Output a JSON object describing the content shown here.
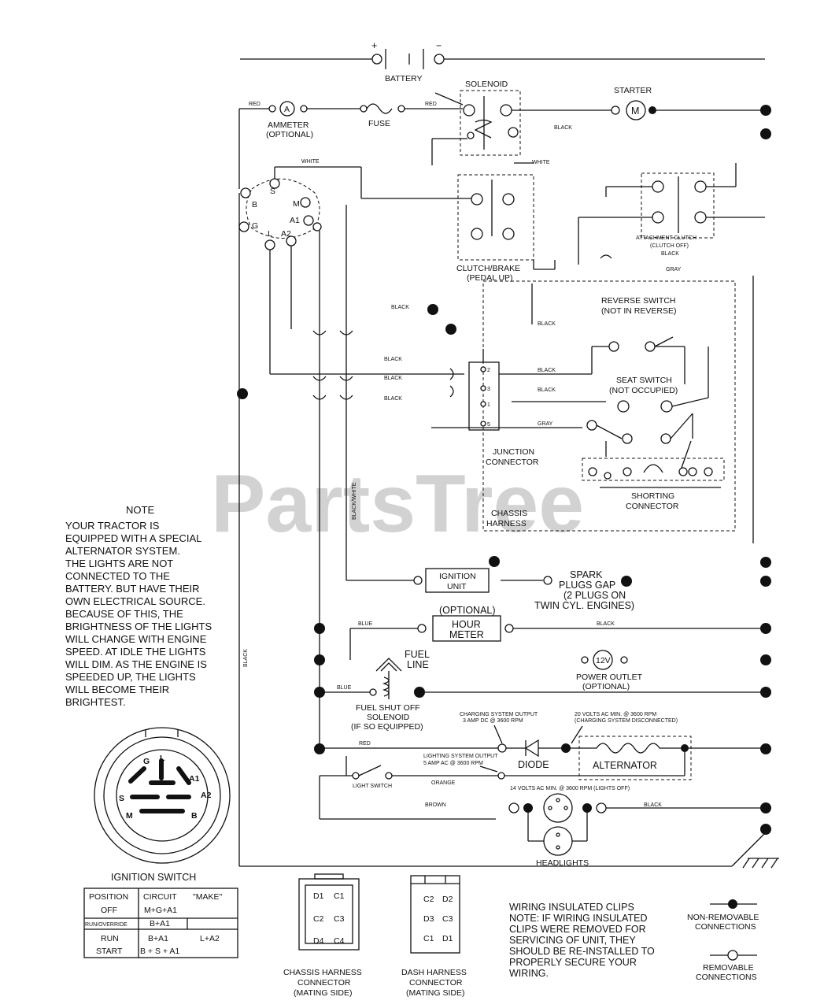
{
  "watermark": "PartsTree",
  "components": {
    "battery": "BATTERY",
    "battery_plus": "+",
    "battery_minus": "−",
    "solenoid": "SOLENOID",
    "starter": "STARTER",
    "starter_symbol": "M",
    "ammeter_line1": "AMMETER",
    "ammeter_line2": "(OPTIONAL)",
    "ammeter_symbol": "A",
    "fuse": "FUSE",
    "clutch_brake_line1": "CLUTCH/BRAKE",
    "clutch_brake_line2": "(PEDAL UP)",
    "attachment_clutch_line1": "ATTACHMENT CLUTCH",
    "attachment_clutch_line2": "(CLUTCH OFF)",
    "reverse_switch_line1": "REVERSE SWITCH",
    "reverse_switch_line2": "(NOT IN REVERSE)",
    "seat_switch_line1": "SEAT SWITCH",
    "seat_switch_line2": "(NOT OCCUPIED)",
    "junction_line1": "JUNCTION",
    "junction_line2": "CONNECTOR",
    "shorting_line1": "SHORTING",
    "shorting_line2": "CONNECTOR",
    "chassis_harness_line1": "CHASSIS",
    "chassis_harness_line2": "HARNESS",
    "ignition_unit_line1": "IGNITION",
    "ignition_unit_line2": "UNIT",
    "spark_line1": "SPARK",
    "spark_line2": "PLUGS GAP",
    "spark_line3": "(2 PLUGS ON",
    "spark_line4": "TWIN CYL. ENGINES)",
    "hour_meter_line1": "(OPTIONAL)",
    "hour_meter_line2": "HOUR",
    "hour_meter_line3": "METER",
    "fuel_line_line1": "FUEL",
    "fuel_line_line2": "LINE",
    "power_outlet_symbol": "12V",
    "power_outlet_line1": "POWER OUTLET",
    "power_outlet_line2": "(OPTIONAL)",
    "fuel_shutoff_line1": "FUEL SHUT OFF",
    "fuel_shutoff_line2": "SOLENOID",
    "fuel_shutoff_line3": "(IF SO EQUIPPED)",
    "charging_output_line1": "CHARGING SYSTEM OUTPUT",
    "charging_output_line2": "3 AMP DC @ 3600 RPM",
    "volts_20_line1": "20 VOLTS AC MIN. @ 3600 RPM",
    "volts_20_line2": "(CHARGING SYSTEM DISCONNECTED)",
    "diode": "DIODE",
    "alternator": "ALTERNATOR",
    "lighting_output_line1": "LIGHTING SYSTEM OUTPUT",
    "lighting_output_line2": "5 AMP AC @ 3600 RPM",
    "volts_14": "14 VOLTS AC MIN. @ 3600 RPM (LIGHTS OFF)",
    "light_switch": "LIGHT SWITCH",
    "headlights": "HEADLIGHTS",
    "ignition_terminals": {
      "s": "S",
      "m": "M",
      "b": "B",
      "g": "G",
      "l": "L",
      "a1": "A1",
      "a2": "A2"
    }
  },
  "wire_colors": {
    "red": "RED",
    "red2": "RED",
    "red3": "RED",
    "white": "WHITE",
    "white2": "WHITE",
    "black": "BLACK",
    "black_left": "BLACK",
    "black_j1": "BLACK",
    "black_j2": "BLACK",
    "black_j3": "BLACK",
    "black_j4": "BLACK",
    "black_j5": "BLACK",
    "black_rev": "BLACK",
    "black_att": "BLACK",
    "black_att2": "BLACK",
    "black_hm": "BLACK",
    "black_hl": "BLACK",
    "black_white": "BLACK/WHITE",
    "gray": "GRAY",
    "gray2": "GRAY",
    "blue": "BLUE",
    "blue2": "BLUE",
    "orange": "ORANGE",
    "brown": "BROWN"
  },
  "note": {
    "title": "NOTE",
    "lines": [
      "YOUR TRACTOR IS",
      "EQUIPPED WITH A SPECIAL",
      "ALTERNATOR SYSTEM.",
      "THE LIGHTS ARE NOT",
      "CONNECTED TO THE",
      "BATTERY. BUT HAVE THEIR",
      "OWN ELECTRICAL SOURCE.",
      "BECAUSE OF THIS, THE",
      "BRIGHTNESS OF THE LIGHTS",
      "WILL CHANGE WITH ENGINE",
      "SPEED.  AT IDLE THE LIGHTS",
      "WILL DIM.  AS THE ENGINE IS",
      "SPEEDED UP, THE LIGHTS",
      "WILL BECOME THEIR",
      "BRIGHTEST."
    ]
  },
  "ignition_switch": {
    "title": "IGNITION SWITCH",
    "face_labels": {
      "g": "G",
      "l": "L",
      "a1": "A1",
      "a2": "A2",
      "s": "S",
      "m": "M",
      "b": "B"
    },
    "headers": [
      "POSITION",
      "CIRCUIT",
      "\"MAKE\""
    ],
    "rows": [
      [
        "OFF",
        "M+G+A1",
        ""
      ],
      [
        "RUN/OVERRIDE",
        "B+A1",
        ""
      ],
      [
        "RUN",
        "B+A1",
        "L+A2"
      ],
      [
        "START",
        "B + S + A1",
        ""
      ]
    ]
  },
  "connectors": {
    "chassis": {
      "line1": "CHASSIS HARNESS",
      "line2": "CONNECTOR",
      "line3": "(MATING SIDE)",
      "pins": [
        "D1",
        "C1",
        "C2",
        "C3",
        "D4",
        "C4"
      ]
    },
    "dash": {
      "line1": "DASH HARNESS",
      "line2": "CONNECTOR",
      "line3": "(MATING SIDE)",
      "pins": [
        "C2",
        "D2",
        "D3",
        "C3",
        "C1",
        "D1"
      ]
    }
  },
  "clips_note": [
    "WIRING INSULATED CLIPS",
    "NOTE: IF WIRING INSULATED",
    "CLIPS WERE REMOVED FOR",
    "SERVICING OF UNIT, THEY",
    "SHOULD BE RE-INSTALLED TO",
    "PROPERLY SECURE YOUR",
    "WIRING."
  ],
  "legend": {
    "non_removable_line1": "NON-REMOVABLE",
    "non_removable_line2": "CONNECTIONS",
    "removable_line1": "REMOVABLE",
    "removable_line2": "CONNECTIONS"
  }
}
